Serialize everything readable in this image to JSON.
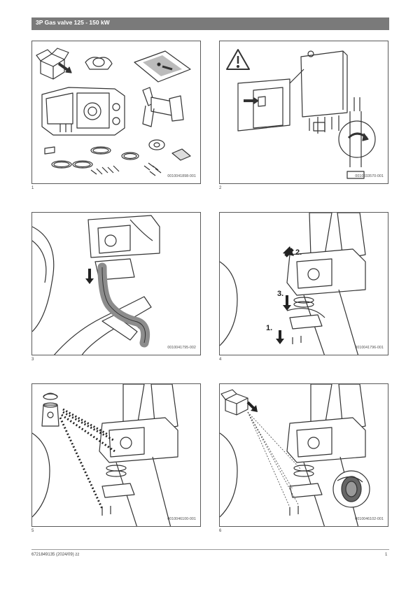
{
  "header": {
    "title": "3P Gas valve 125 - 150 kW"
  },
  "figures": [
    {
      "number": "1",
      "code": "0010041898-001"
    },
    {
      "number": "2",
      "code": "0010033570-001"
    },
    {
      "number": "3",
      "code": "0010041795-002"
    },
    {
      "number": "4",
      "code": "0010041796-001"
    },
    {
      "number": "5",
      "code": "0010046100-001"
    },
    {
      "number": "6",
      "code": "0010046102-001"
    }
  ],
  "step_labels": {
    "step1": "1.",
    "step2": "2.",
    "step3": "3."
  },
  "footer": {
    "doc_ref": "6721849135 (2024/09) zz",
    "page": "1"
  },
  "colors": {
    "header_bg": "#7a7a7a",
    "line": "#333333",
    "hose": "#8c8c8c"
  }
}
